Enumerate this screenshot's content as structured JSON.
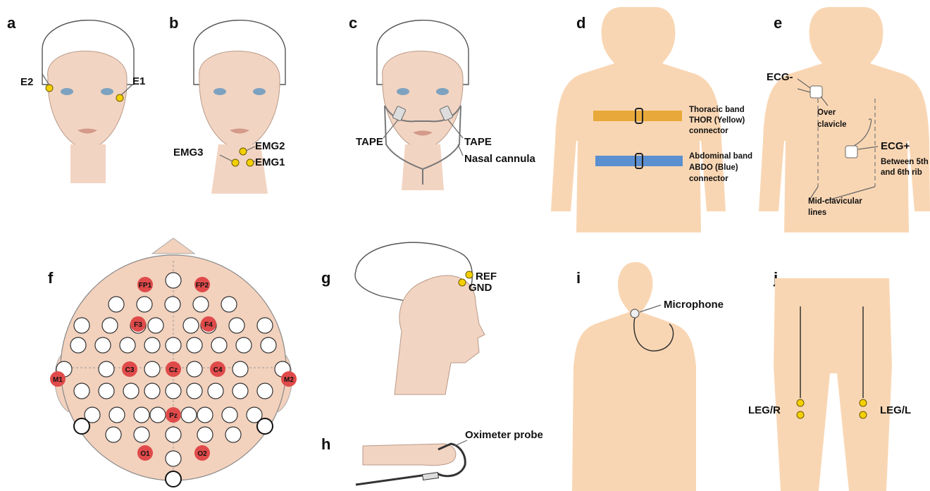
{
  "panels": {
    "a": {
      "letter": "a",
      "labels": [
        "E2",
        "E1"
      ]
    },
    "b": {
      "letter": "b",
      "labels": [
        "EMG3",
        "EMG2",
        "EMG1"
      ]
    },
    "c": {
      "letter": "c",
      "labels": [
        "TAPE",
        "TAPE",
        "Nasal cannula"
      ]
    },
    "d": {
      "letter": "d",
      "thoracic": [
        "Thoracic band",
        "THOR (Yellow)",
        "connector"
      ],
      "abdominal": [
        "Abdominal band",
        "ABDO (Blue)",
        "connector"
      ]
    },
    "e": {
      "letter": "e",
      "ecg_minus": "ECG-",
      "ecg_plus": "ECG+",
      "over": "Over",
      "clavicle": "clavicle",
      "between": [
        "Between 5th",
        "and 6th rib"
      ],
      "mid": [
        "Mid-clavicular",
        "lines"
      ]
    },
    "f": {
      "letter": "f",
      "electrodes": [
        "FP1",
        "FP2",
        "F3",
        "F4",
        "M1",
        "C3",
        "Cz",
        "C4",
        "M2",
        "Pz",
        "O1",
        "O2"
      ]
    },
    "g": {
      "letter": "g",
      "labels": [
        "REF",
        "GND"
      ]
    },
    "h": {
      "letter": "h",
      "labels": [
        "Oximeter probe"
      ]
    },
    "i": {
      "letter": "i",
      "labels": [
        "Microphone"
      ]
    },
    "j": {
      "letter": "j",
      "labels": [
        "LEG/R",
        "LEG/L"
      ]
    }
  },
  "colors": {
    "skin": "#f9d6b3",
    "face": "#f2d4c2",
    "thoracic_band": "#e8a93a",
    "abdominal_band": "#5b8fcf",
    "electrode_red": "#e04a4a",
    "electrode_yellow": "#f5d000"
  }
}
